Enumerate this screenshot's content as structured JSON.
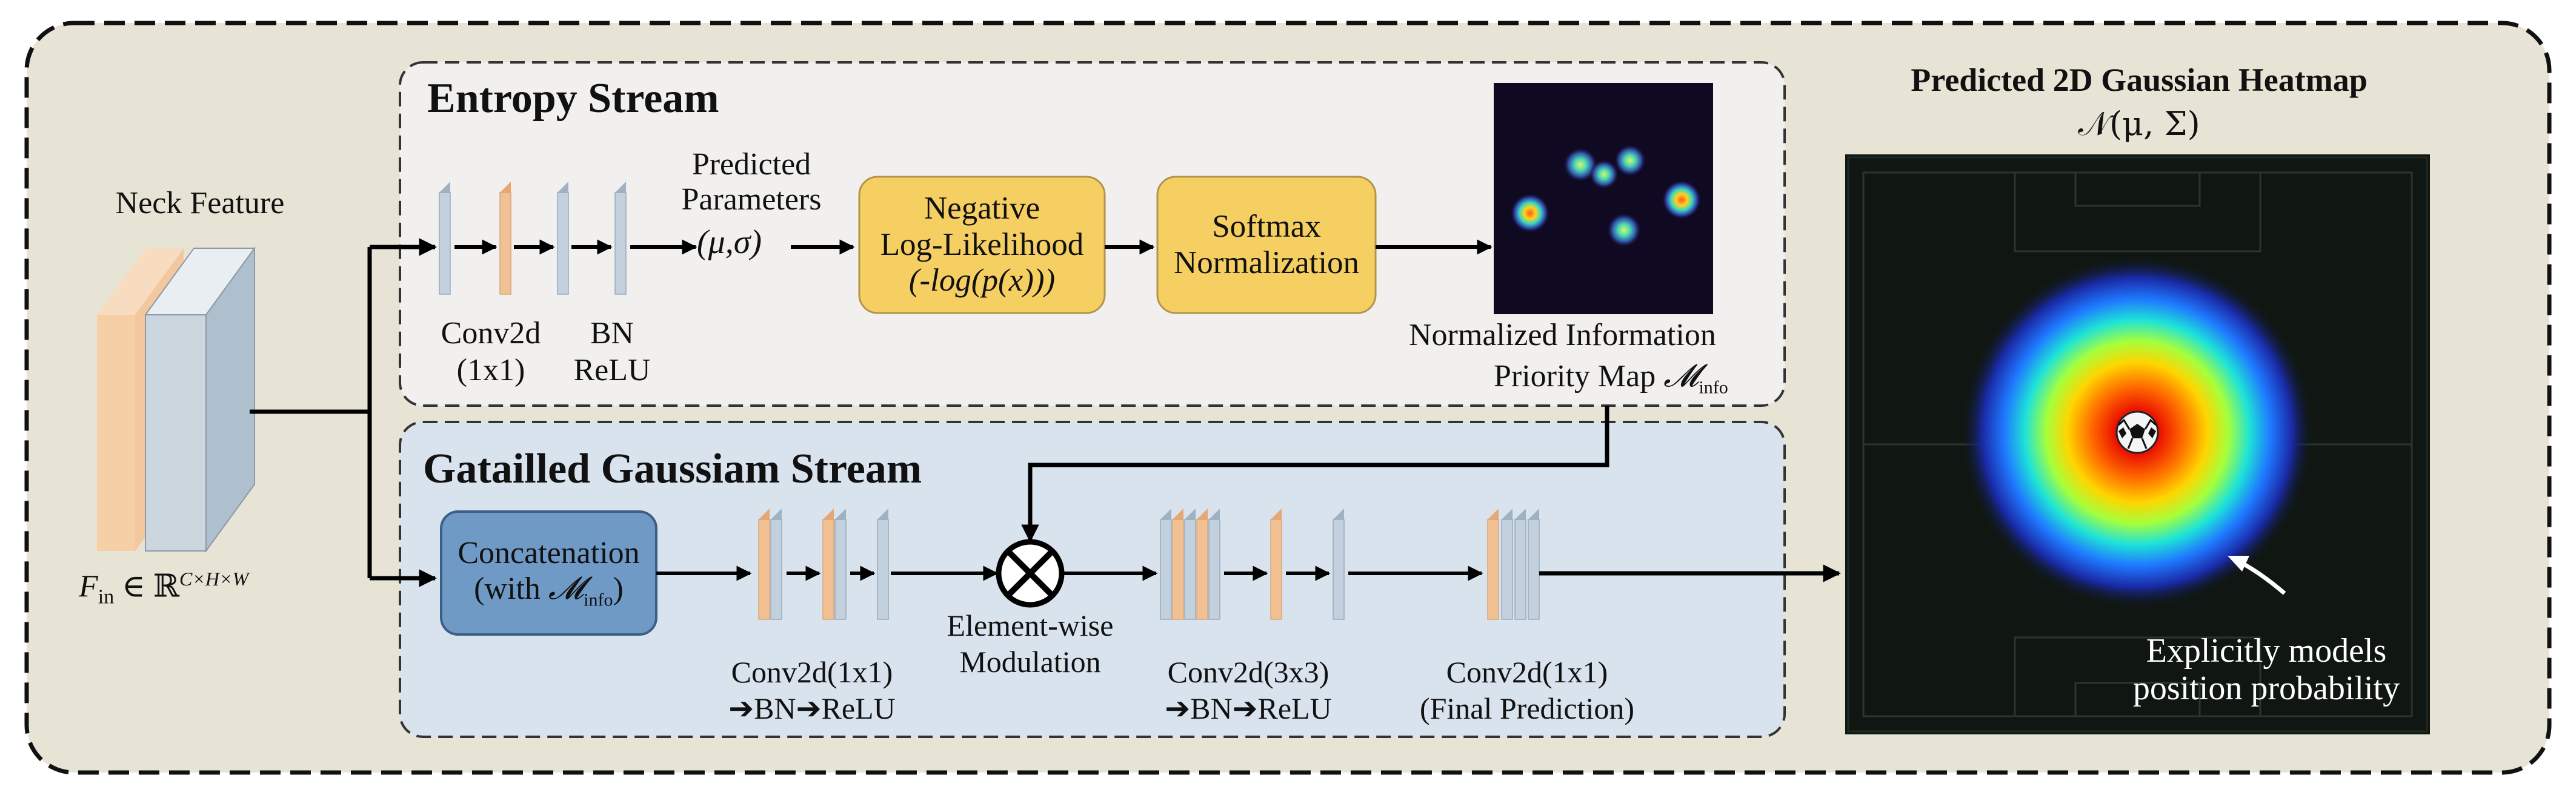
{
  "neck": {
    "label": "Neck Feature",
    "formula_var": "F",
    "formula_sub": "in",
    "formula_rest": "∈ ℝ",
    "formula_sup": "C×H×W"
  },
  "entropy": {
    "title": "Entropy Stream",
    "conv_label": [
      "Conv2d",
      "(1x1)"
    ],
    "bn_label": [
      "BN",
      "ReLU"
    ],
    "params_label": [
      "Predicted",
      "Parameters"
    ],
    "params_math": "(μ,σ)",
    "nll": [
      "Negative",
      "Log-Likelihood",
      "(-log(p(x)))"
    ],
    "softmax": [
      "Softmax",
      "Normalization"
    ],
    "map_caption_1": "Normalized Information",
    "map_caption_2": "Priority Map",
    "map_symbol": "𝓜",
    "map_symbol_sub": "info"
  },
  "gaussian": {
    "title": "Gatailled Gaussiam Stream",
    "concat": [
      "Concatenation",
      "(with "
    ],
    "concat_symbol": "𝓜",
    "concat_sub": "info",
    "concat_close": ")",
    "conv1": [
      "Conv2d(1x1)",
      "➔BN➔ReLU"
    ],
    "modulation": [
      "Element-wise",
      "Modulation"
    ],
    "conv3": [
      "Conv2d(3x3)",
      "➔BN➔ReLU"
    ],
    "final": [
      "Conv2d(1x1)",
      "(Final Prediction)"
    ]
  },
  "heatmap": {
    "title": "Predicted 2D Gaussian Heatmap",
    "formula": "𝒩(μ, Σ)",
    "annotation": [
      "Explicitly models",
      "position probability"
    ]
  },
  "colors": {
    "outer_bg": "#e7e4d6",
    "entropy_bg": "#f1f0ee",
    "gaussian_bg": "#d9e3ee",
    "orange_layer": "#f2c49a",
    "blue_layer": "#b9c8d6",
    "yellow_box": "#f6cf63",
    "concat_box": "#6f9ac6"
  }
}
